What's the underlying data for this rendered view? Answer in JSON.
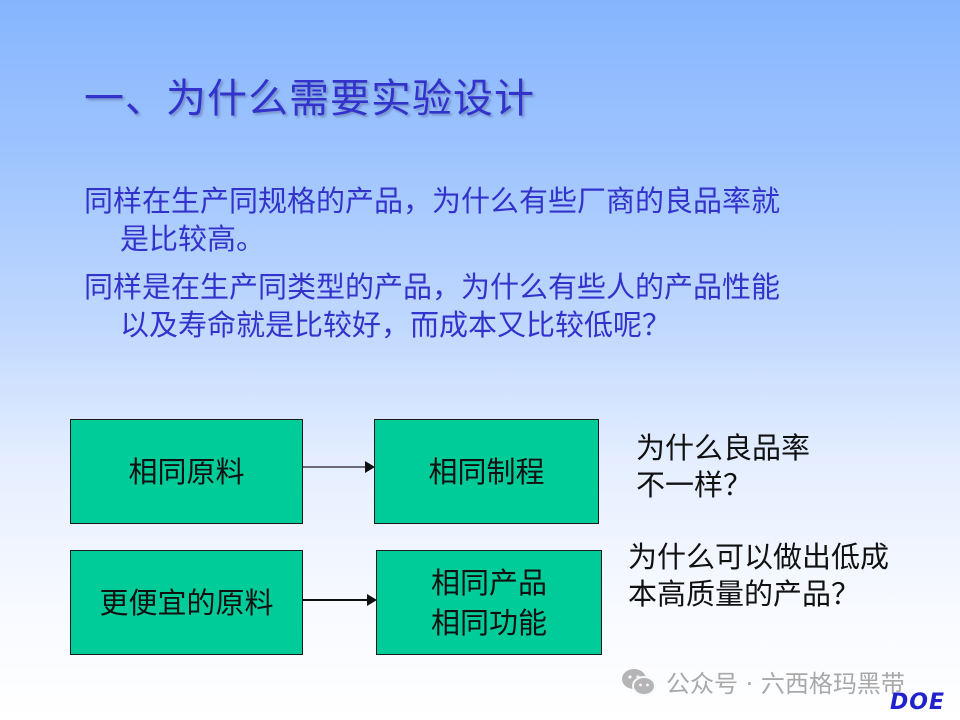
{
  "slide": {
    "title": "一、为什么需要实验设计",
    "paragraphs": [
      {
        "line1": "同样在生产同规格的产品，为什么有些厂商的良品率就",
        "line2": "是比较高。"
      },
      {
        "line1": "同样是在生产同类型的产品，为什么有些人的产品性能",
        "line2": "以及寿命就是比较好，而成本又比较低呢？"
      }
    ]
  },
  "diagram": {
    "row1": {
      "source": "相同原料",
      "target": "相同制程",
      "question_line1": "为什么良品率",
      "question_line2": "不一样？"
    },
    "row2": {
      "source": "更便宜的原料",
      "target_line1": "相同产品",
      "target_line2": "相同功能",
      "question_line1": "为什么可以做出低成",
      "question_line2": "本高质量的产品？"
    },
    "colors": {
      "box_fill": "#00cc99",
      "title_text": "#3333cc"
    }
  },
  "watermark": {
    "icon": "wechat-icon",
    "text": "公众号 · 六西格玛黑带",
    "tag": "DOE"
  }
}
